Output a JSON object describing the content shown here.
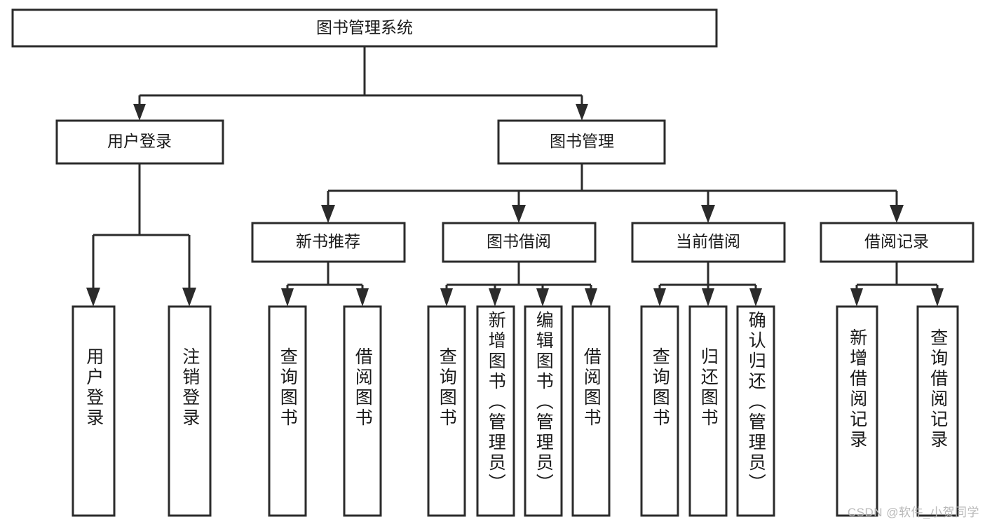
{
  "diagram": {
    "title": "图书管理系统",
    "watermark": "CSDN @软件_小贺同学",
    "colors": {
      "box_stroke": "#2b2b2b",
      "box_fill": "#ffffff",
      "text": "#1a1a1a",
      "watermark": "#b9b9b9"
    },
    "root": {
      "label": "图书管理系统"
    },
    "level2": [
      {
        "label": "用户登录"
      },
      {
        "label": "图书管理"
      }
    ],
    "level3": [
      {
        "label": "新书推荐"
      },
      {
        "label": "图书借阅"
      },
      {
        "label": "当前借阅"
      },
      {
        "label": "借阅记录"
      }
    ],
    "leaves": [
      {
        "label": "用户登录"
      },
      {
        "label": "注销登录"
      },
      {
        "label": "查询图书"
      },
      {
        "label": "借阅图书"
      },
      {
        "label": "查询图书"
      },
      {
        "label": "新增图书（管理员）"
      },
      {
        "label": "编辑图书（管理员）"
      },
      {
        "label": "借阅图书"
      },
      {
        "label": "查询图书"
      },
      {
        "label": "归还图书"
      },
      {
        "label": "确认归还（管理员）"
      },
      {
        "label": "新增借阅记录"
      },
      {
        "label": "查询借阅记录"
      }
    ]
  }
}
